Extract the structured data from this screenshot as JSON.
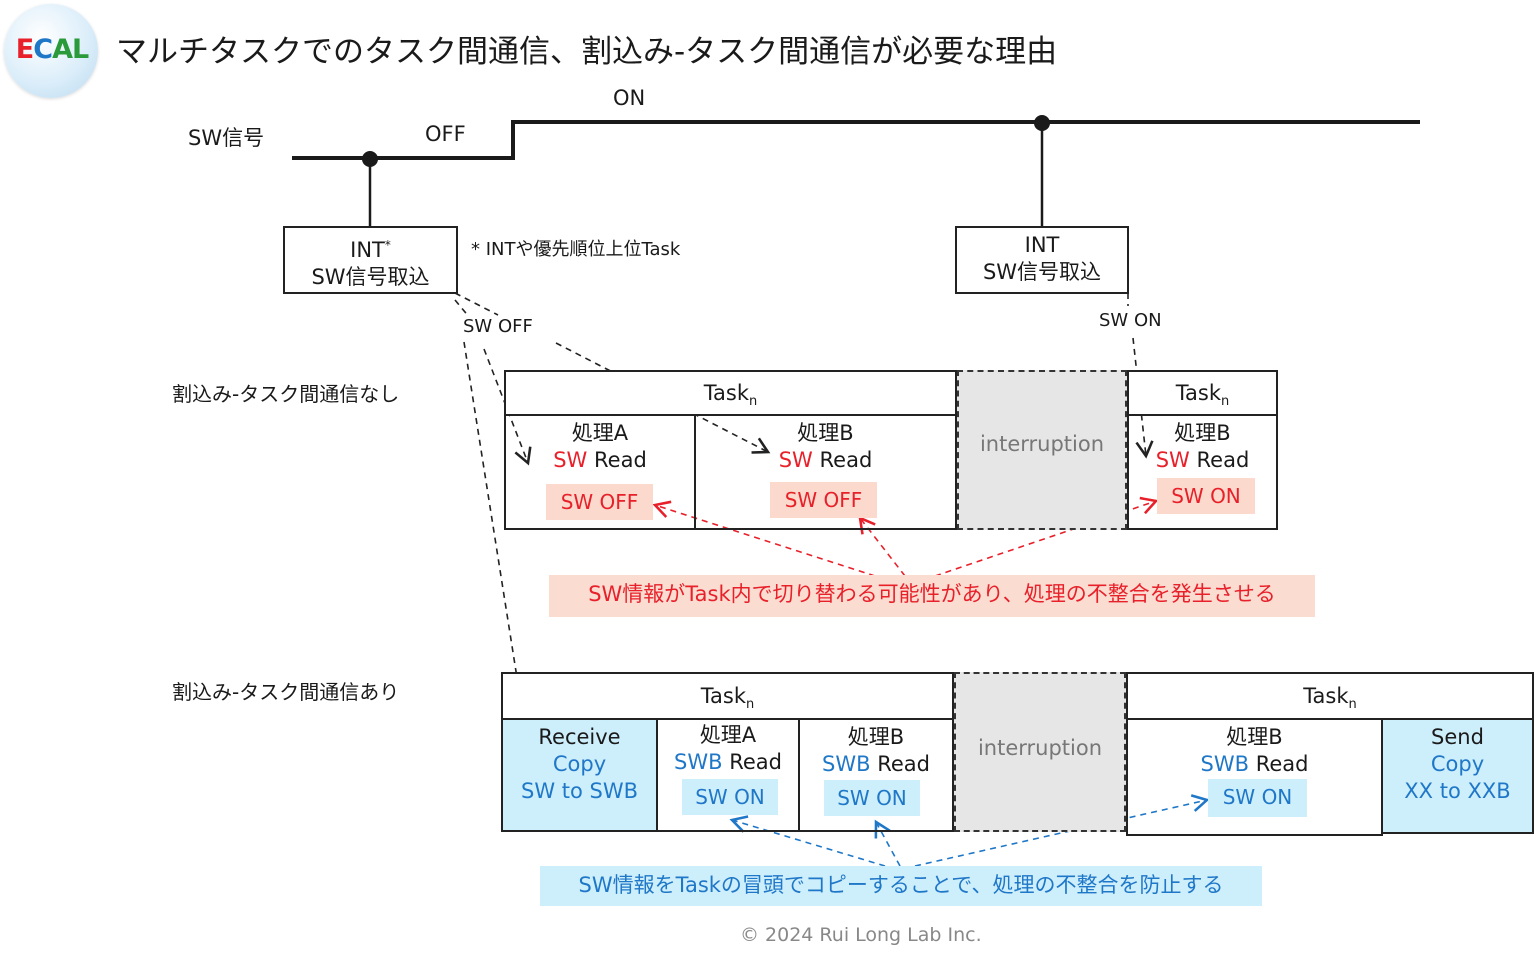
{
  "logo": {
    "E": "E",
    "C": "C",
    "AL": "AL",
    "colors": {
      "E": "#e8202a",
      "C": "#1f77c8",
      "AL": "#2a9a3a"
    }
  },
  "title": "マルチタスクでのタスク間通信、割込み-タスク間通信が必要な理由",
  "signal": {
    "label": "SW信号",
    "off": "OFF",
    "on": "ON"
  },
  "int_boxes": [
    {
      "line1": "INT",
      "sup": "*",
      "line2": "SW信号取込"
    },
    {
      "line1": "INT",
      "sup": "",
      "line2": "SW信号取込"
    }
  ],
  "footnote": "* INTや優先順位上位Task",
  "arrow_labels": {
    "sw_off": "SW OFF",
    "sw_on": "SW ON"
  },
  "section1": {
    "label": "割込み-タスク間通信なし",
    "task": "Task",
    "task_sub": "n",
    "interruption": "interruption",
    "cells": [
      {
        "name": "処理A",
        "sw": "SW",
        "read": " Read",
        "chip": "SW OFF"
      },
      {
        "name": "処理B",
        "sw": "SW",
        "read": " Read",
        "chip": "SW OFF"
      },
      {
        "name": "処理B",
        "sw": "SW",
        "read": " Read",
        "chip": "SW ON"
      }
    ],
    "note": "SW情報がTask内で切り替わる可能性があり、処理の不整合を発生させる"
  },
  "section2": {
    "label": "割込み-タスク間通信あり",
    "task": "Task",
    "task_sub": "n",
    "interruption": "interruption",
    "receive": {
      "l1": "Receive",
      "l2": "Copy",
      "l3": "SW to SWB"
    },
    "cells": [
      {
        "name": "処理A",
        "swb": "SWB",
        "read": " Read",
        "chip": "SW ON"
      },
      {
        "name": "処理B",
        "swb": "SWB",
        "read": " Read",
        "chip": "SW ON"
      },
      {
        "name": "処理B",
        "swb": "SWB",
        "read": " Read",
        "chip": "SW ON"
      }
    ],
    "send": {
      "l1": "Send",
      "l2": "Copy",
      "l3": "XX to XXB"
    },
    "note": "SW情報をTaskの冒頭でコピーすることで、処理の不整合を防止する"
  },
  "copyright": "© 2024 Rui Long Lab Inc."
}
